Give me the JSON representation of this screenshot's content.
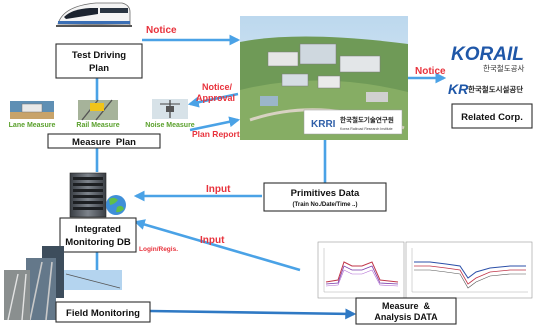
{
  "nodes": {
    "test_plan": [
      "Test Driving",
      "Plan"
    ],
    "measure_plan": "Measure  Plan",
    "primitives_title": "Primitives Data",
    "primitives_sub": "(Train No./Date/Time ..)",
    "integrated_db": [
      "Integrated",
      "Monitoring DB"
    ],
    "related_corp": "Related Corp.",
    "field_monitoring": "Field Monitoring",
    "measure_analysis": [
      "Measure  &",
      "Analysis DATA"
    ]
  },
  "sensors": {
    "lane": "Lane Measure",
    "rail": "Rail Measure",
    "noise": "Noise Measure"
  },
  "edges": {
    "notice_top": "Notice",
    "notice_approval": [
      "Notice/",
      "Approval"
    ],
    "plan_report": "Plan Report",
    "notice_right": "Notice",
    "input_top": "Input",
    "input_bottom": "Input",
    "login_regis": "Login/Regis."
  },
  "brands": {
    "korail": "KORAIL",
    "korail_kr": "한국철도공사",
    "kr_mark": "KR",
    "kr_name": "한국철도시설공단",
    "krri_mark": "KRRI",
    "krri_name": "한국철도기술연구원",
    "krri_en": "Korea Railroad Research Institute"
  },
  "colors": {
    "arrow": "#4aa2e6",
    "notice_red": "#e8323c",
    "sensor_green": "#5aa02c",
    "korail_blue": "#1f57a8"
  },
  "icons": [
    "bullet-train-image",
    "research-campus-image",
    "computer-tower-icon",
    "globe-icon",
    "track-photo-image",
    "measurement-chart-image"
  ]
}
